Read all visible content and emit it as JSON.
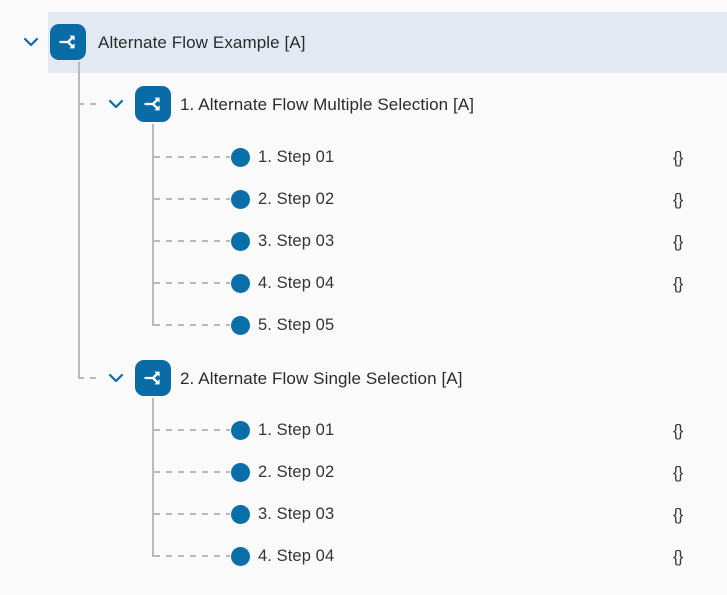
{
  "view": {
    "name": "alternate-flow-tree",
    "background": "#fafafa",
    "selected_row_color": "#e3e9f2",
    "accent_color": "#0a6ca6",
    "bullet_color": "#0a6ea8",
    "connector_color": "#b9b9b9",
    "text_color": "#2b2b2b"
  },
  "icons": {
    "expand_chevron": "chevron-down-icon",
    "flow_node": "split-flow-icon",
    "step_bullet": "bullet-circle-icon",
    "params": "curly-braces-icon"
  },
  "tree": {
    "root": {
      "label": "Alternate Flow Example [A]",
      "expanded": true,
      "selected": true,
      "params": "",
      "children": [
        {
          "label": "1. Alternate Flow Multiple Selection [A]",
          "expanded": true,
          "params": "",
          "steps": [
            {
              "label": "1. Step 01",
              "params": "{}"
            },
            {
              "label": "2. Step 02",
              "params": "{}"
            },
            {
              "label": "3. Step 03",
              "params": "{}"
            },
            {
              "label": "4. Step 04",
              "params": "{}"
            },
            {
              "label": "5. Step 05",
              "params": ""
            }
          ]
        },
        {
          "label": "2. Alternate Flow Single Selection [A]",
          "expanded": true,
          "params": "",
          "steps": [
            {
              "label": "1. Step 01",
              "params": "{}"
            },
            {
              "label": "2. Step 02",
              "params": "{}"
            },
            {
              "label": "3. Step 03",
              "params": "{}"
            },
            {
              "label": "4. Step 04",
              "params": "{}"
            }
          ]
        }
      ]
    }
  }
}
